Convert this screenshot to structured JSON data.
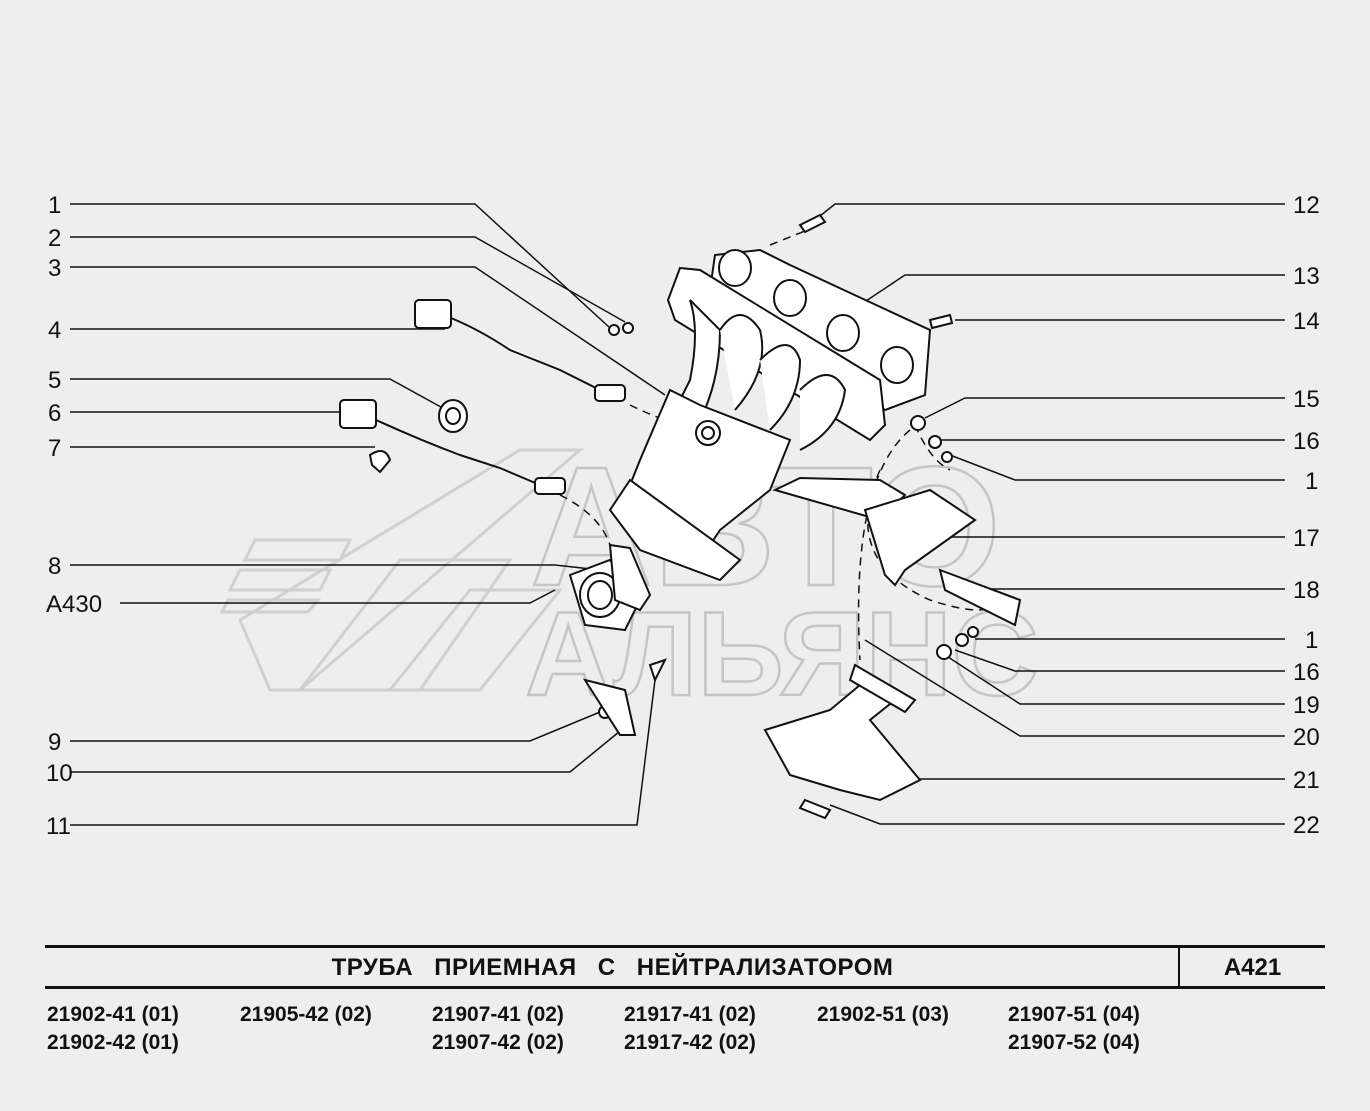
{
  "callouts_left": [
    "1",
    "2",
    "3",
    "4",
    "5",
    "6",
    "7",
    "8",
    "A430",
    "9",
    "10",
    "11"
  ],
  "callouts_right": [
    "12",
    "13",
    "14",
    "15",
    "16",
    "1",
    "17",
    "18",
    "1",
    "16",
    "19",
    "20",
    "21",
    "22"
  ],
  "title": "ТРУБА  ПРИЕМНАЯ  С  НЕЙТРАЛИЗАТОРОМ",
  "code": "A421",
  "watermark": {
    "line1": "АВТО",
    "line2": "АЛЬЯНС"
  },
  "models": [
    [
      "21902-41 (01)",
      "21902-42 (01)"
    ],
    [
      "21905-42 (02)"
    ],
    [
      "21907-41 (02)",
      "21907-42 (02)"
    ],
    [
      "21917-41 (02)",
      "21917-42 (02)"
    ],
    [
      "21902-51 (03)"
    ],
    [
      "21907-51 (04)",
      "21907-52 (04)"
    ]
  ]
}
